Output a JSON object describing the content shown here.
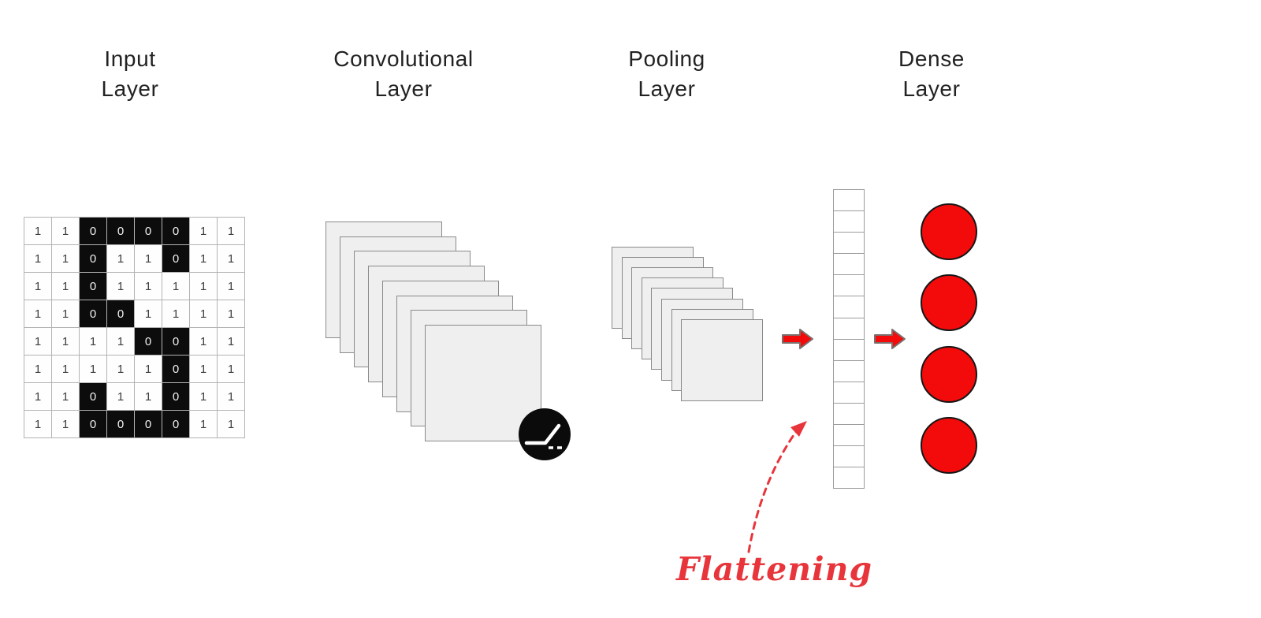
{
  "headers": [
    {
      "label": "Input\nLayer"
    },
    {
      "label": "Convolutional\nLayer"
    },
    {
      "label": "Pooling\nLayer"
    },
    {
      "label": "Dense\nLayer"
    }
  ],
  "input_grid": {
    "rows": 8,
    "cols": 8,
    "values": [
      [
        "1",
        "1",
        "0",
        "0",
        "0",
        "0",
        "1",
        "1"
      ],
      [
        "1",
        "1",
        "0",
        "1",
        "1",
        "0",
        "1",
        "1"
      ],
      [
        "1",
        "1",
        "0",
        "1",
        "1",
        "1",
        "1",
        "1"
      ],
      [
        "1",
        "1",
        "0",
        "0",
        "1",
        "1",
        "1",
        "1"
      ],
      [
        "1",
        "1",
        "1",
        "1",
        "0",
        "0",
        "1",
        "1"
      ],
      [
        "1",
        "1",
        "1",
        "1",
        "1",
        "0",
        "1",
        "1"
      ],
      [
        "1",
        "1",
        "0",
        "1",
        "1",
        "0",
        "1",
        "1"
      ],
      [
        "1",
        "1",
        "0",
        "0",
        "0",
        "0",
        "1",
        "1"
      ]
    ]
  },
  "conv_layer": {
    "feature_maps": 8,
    "activation": "relu"
  },
  "pooling_layer": {
    "feature_maps": 8
  },
  "flatten": {
    "cells": 14
  },
  "dense_layer": {
    "neurons": 4
  },
  "annotations": {
    "flattening": {
      "label": "Flattening"
    }
  },
  "icons": {
    "relu": "relu-activation-icon",
    "arrow_right": "block-arrow-right-icon",
    "flattening_arrow": "dashed-curved-arrow-icon"
  },
  "colors": {
    "red": "#f30b0b",
    "annotation_red": "#e8353b",
    "square_fill": "#efefef",
    "square_border": "#8a8a8a",
    "grid_line": "#b3b3b3",
    "cell_black": "#0c0c0c",
    "header_text": "#222222",
    "arrow_outline": "#7a6f6d"
  }
}
